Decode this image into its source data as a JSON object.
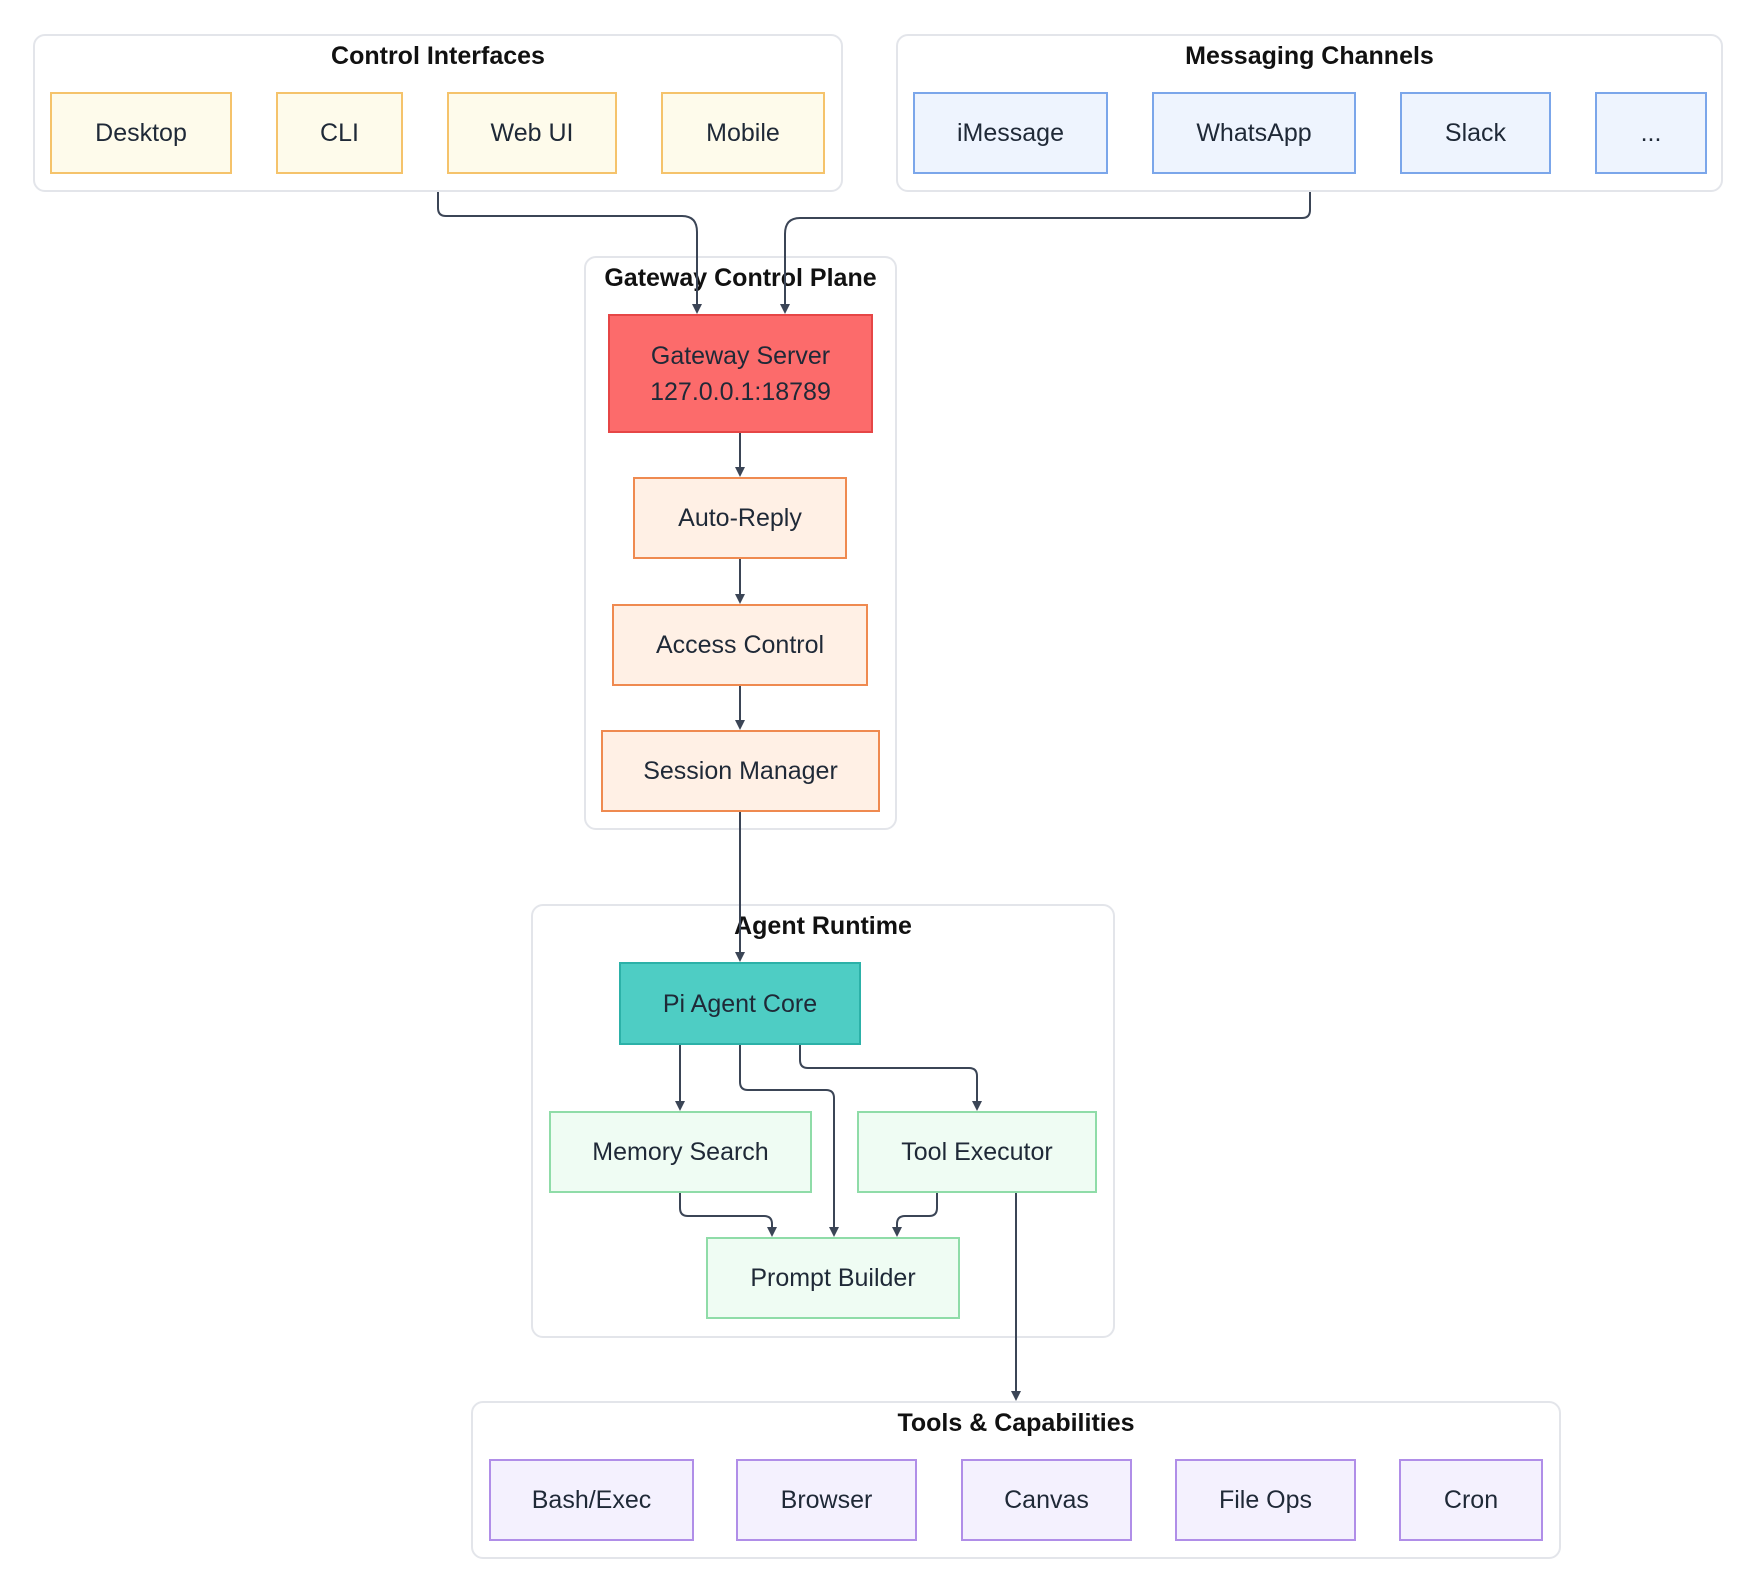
{
  "groups": {
    "control_interfaces": {
      "title": "Control Interfaces",
      "nodes": [
        "Desktop",
        "CLI",
        "Web UI",
        "Mobile"
      ]
    },
    "messaging_channels": {
      "title": "Messaging Channels",
      "nodes": [
        "iMessage",
        "WhatsApp",
        "Slack",
        "..."
      ]
    },
    "gateway_control_plane": {
      "title": "Gateway Control Plane",
      "gateway_server": {
        "line1": "Gateway Server",
        "line2": "127.0.0.1:18789"
      },
      "auto_reply": "Auto-Reply",
      "access_control": "Access Control",
      "session_manager": "Session Manager"
    },
    "agent_runtime": {
      "title": "Agent Runtime",
      "pi_agent_core": "Pi Agent Core",
      "memory_search": "Memory Search",
      "tool_executor": "Tool Executor",
      "prompt_builder": "Prompt Builder"
    },
    "tools_capabilities": {
      "title": "Tools & Capabilities",
      "nodes": [
        "Bash/Exec",
        "Browser",
        "Canvas",
        "File Ops",
        "Cron"
      ]
    }
  },
  "colors": {
    "control_interfaces": "#fefbeb",
    "messaging_channels": "#eef4fe",
    "gateway_server": "#fc6b6b",
    "gateway_steps": "#fff0e5",
    "pi_agent_core": "#4ecdc4",
    "agent_runtime_nodes": "#effcf3",
    "tools": "#f4f1fe",
    "edge": "#3b4556"
  }
}
